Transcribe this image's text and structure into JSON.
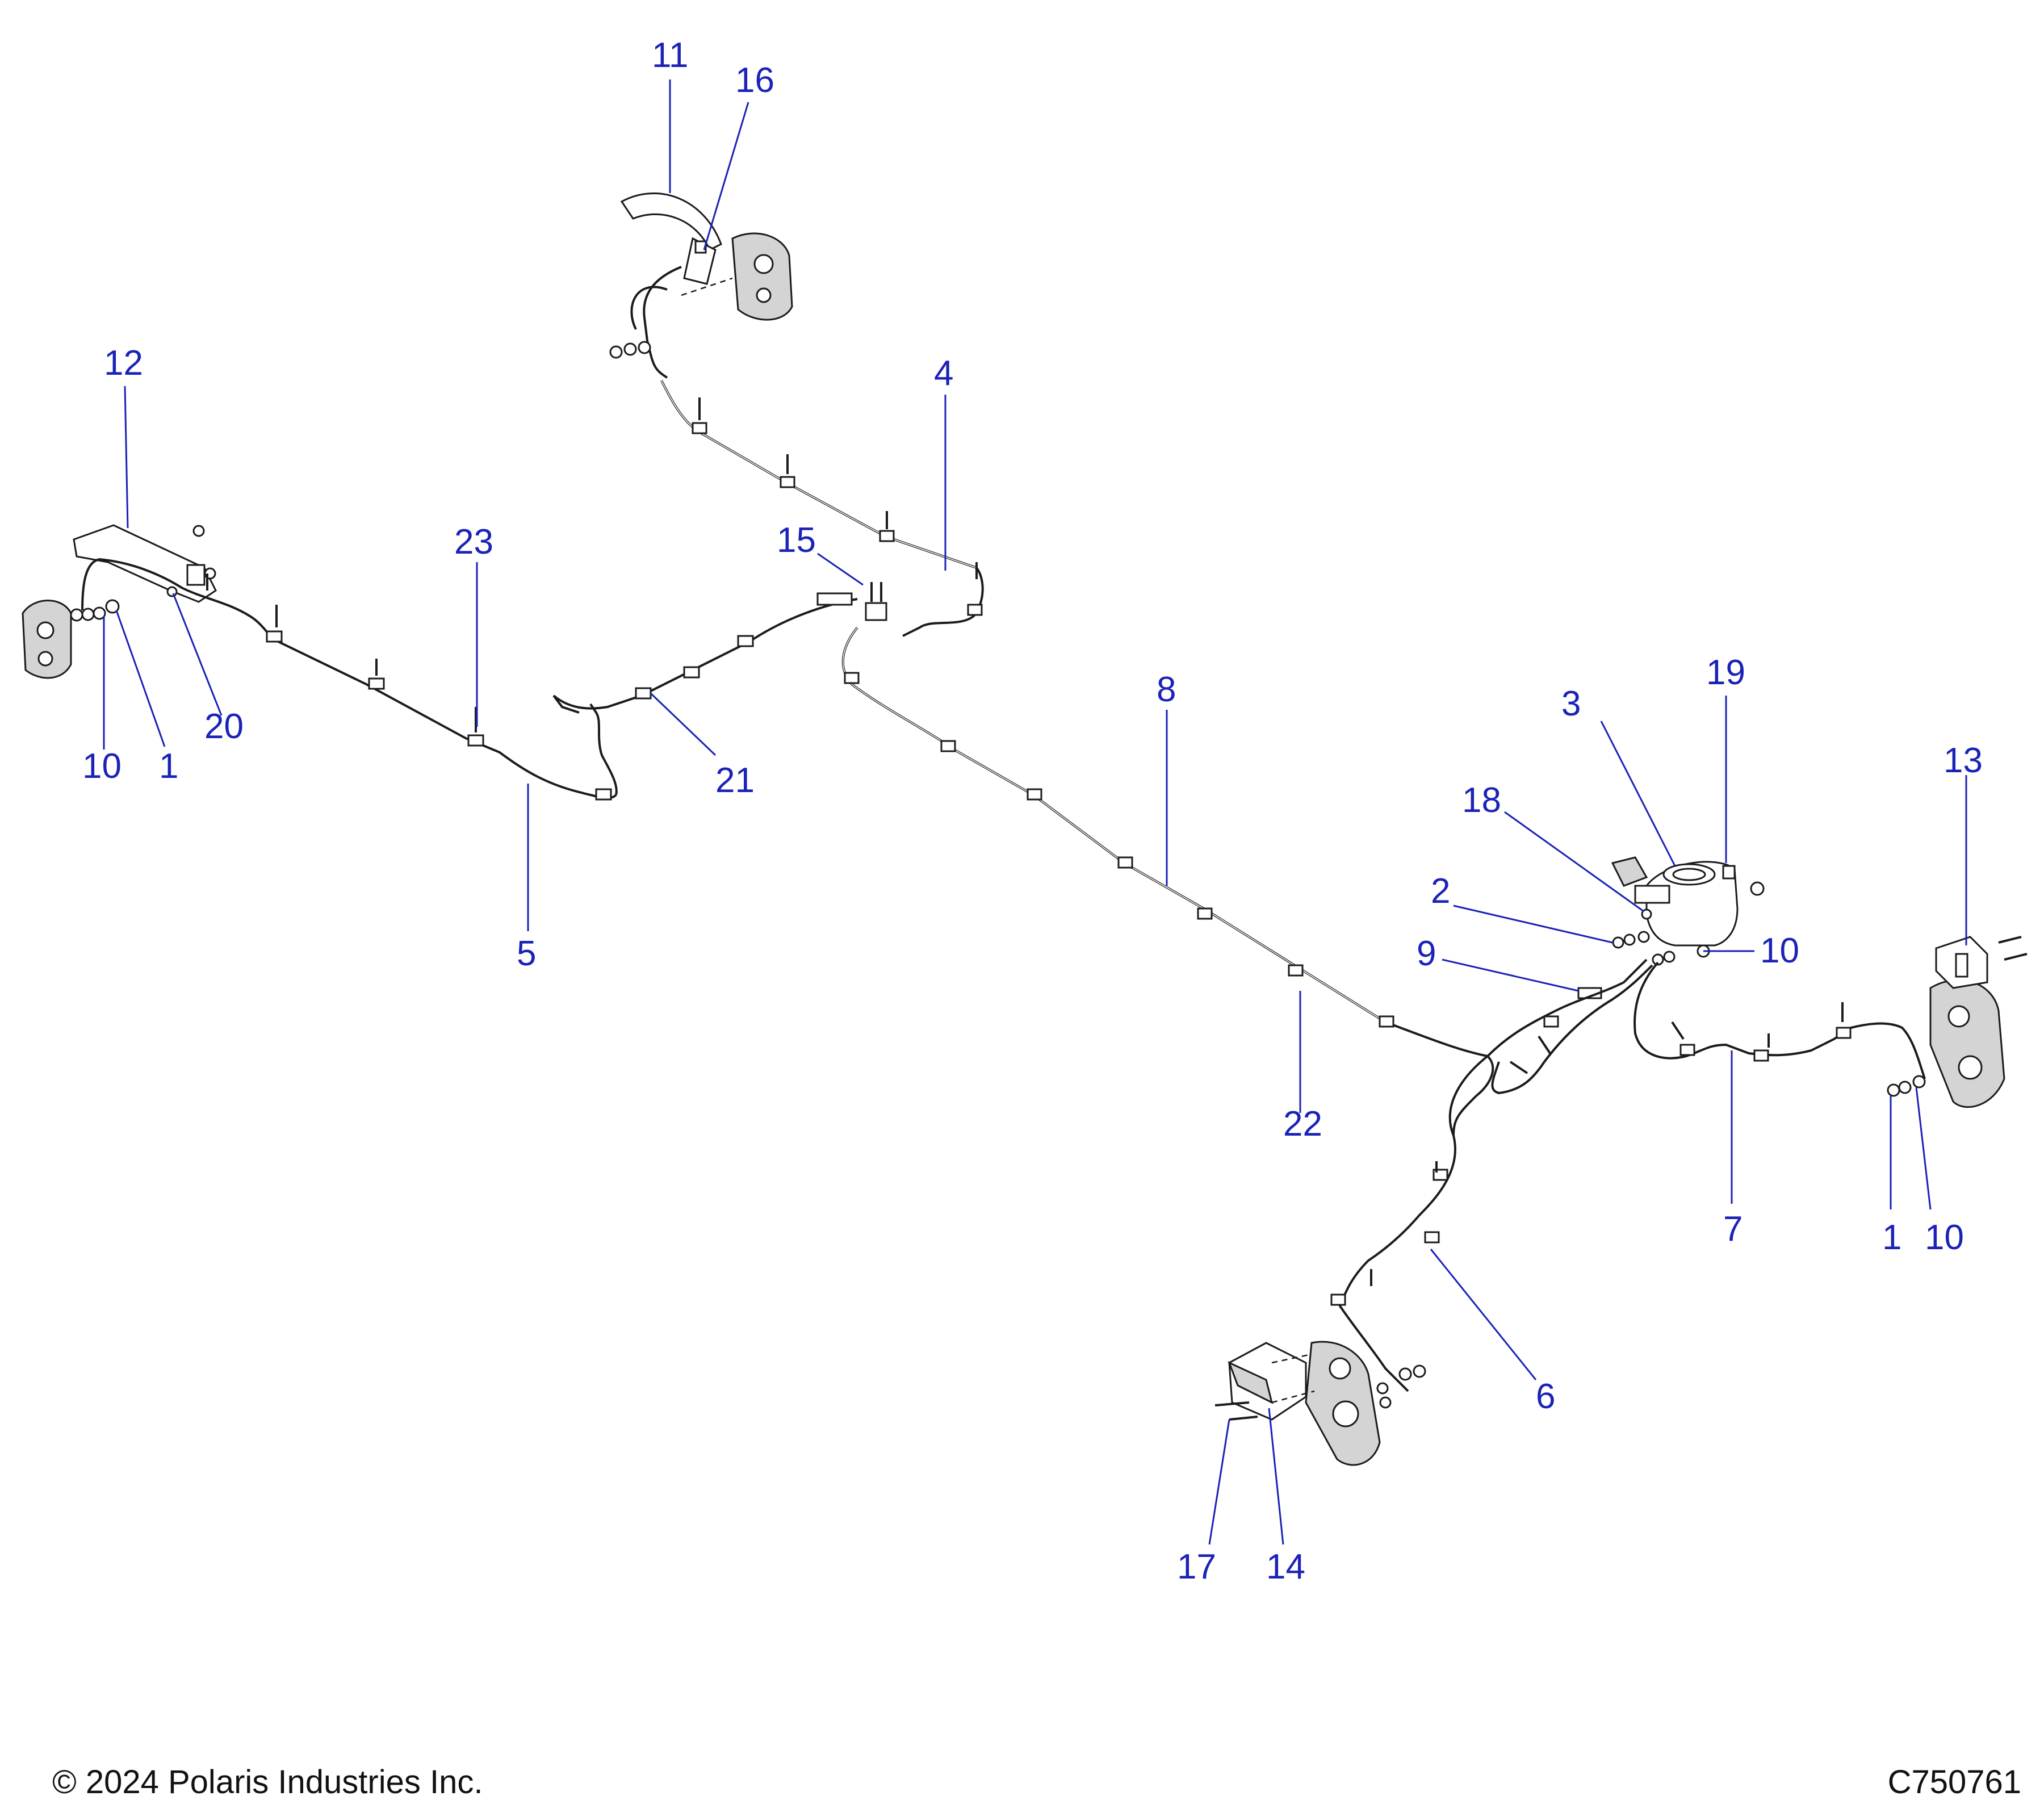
{
  "callouts": {
    "c1a": "1",
    "c1b": "1",
    "c2": "2",
    "c3": "3",
    "c4": "4",
    "c5": "5",
    "c6": "6",
    "c7": "7",
    "c8": "8",
    "c9": "9",
    "c10a": "10",
    "c10b": "10",
    "c10c": "10",
    "c11": "11",
    "c12": "12",
    "c13": "13",
    "c14": "14",
    "c15": "15",
    "c16": "16",
    "c17": "17",
    "c18": "18",
    "c19": "19",
    "c20": "20",
    "c21": "21",
    "c22": "22",
    "c23": "23"
  },
  "footer": {
    "copyright": "© 2024 Polaris Industries Inc.",
    "drawing_id": "C750761"
  },
  "colors": {
    "callout": "#1a22b8",
    "line": "#1b1b1b",
    "background": "#ffffff"
  }
}
